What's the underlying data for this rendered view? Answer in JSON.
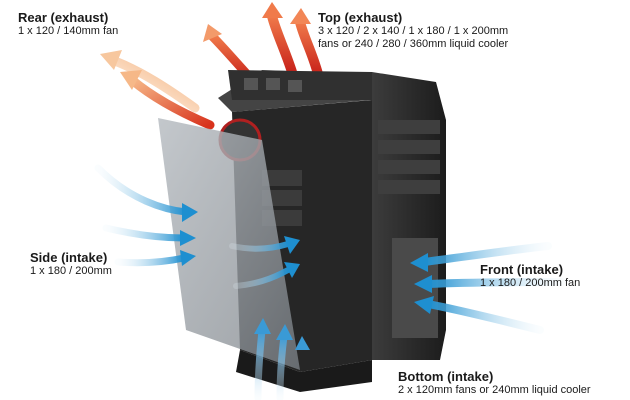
{
  "colors": {
    "exhaust_dark": "#d42a1a",
    "exhaust_light": "#f4b27a",
    "intake_dark": "#1e8fd0",
    "intake_light": "#cfe9f8",
    "case_body": "#2b2b2b",
    "side_panel": "#9aa0a6"
  },
  "labels": {
    "rear": {
      "title": "Rear (exhaust)",
      "lines": [
        "1 x 120 / 140mm fan"
      ]
    },
    "top": {
      "title": "Top (exhaust)",
      "lines": [
        "3 x 120 / 2 x 140 / 1 x 180 / 1 x 200mm",
        "fans or 240 / 280 / 360mm liquid cooler"
      ]
    },
    "side": {
      "title": "Side (intake)",
      "lines": [
        "1 x 180 / 200mm"
      ]
    },
    "front": {
      "title": "Front (intake)",
      "lines": [
        "1 x 180 / 200mm fan"
      ]
    },
    "bottom": {
      "title": "Bottom (intake)",
      "lines": [
        "2 x 120mm fans or 240mm liquid cooler"
      ]
    }
  }
}
